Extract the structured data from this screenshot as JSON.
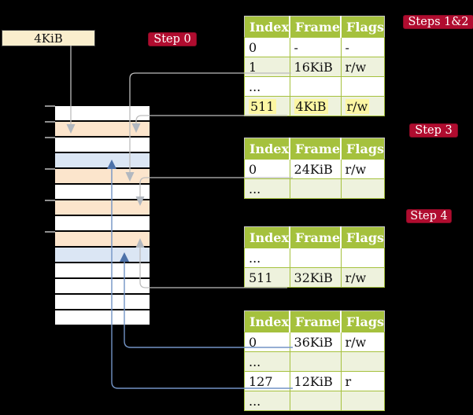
{
  "colors": {
    "background": "#000000",
    "frame_box_bg": "#faeecd",
    "step_label_bg": "#b00c2f",
    "table_header_bg": "#a5c13d",
    "table_row_alt_bg": "#eef2dd",
    "highlight_yellow": "#fcf6a3",
    "memory_peach": "#fce5cc",
    "memory_blue": "#dbe6f4",
    "gray_arrow": "#bdbdbd",
    "blue_arrow": "#4d72a9"
  },
  "frame_box": {
    "label": "4KiB"
  },
  "labels": {
    "step0": "Step 0",
    "steps12": "Steps 1&2",
    "step3": "Step 3",
    "step4": "Step 4"
  },
  "memory": {
    "rows": [
      "white",
      "peach",
      "white",
      "blue",
      "peach",
      "white",
      "peach",
      "white",
      "peach",
      "blue",
      "white",
      "white",
      "white",
      "white"
    ]
  },
  "tables": [
    {
      "headers": [
        "Index",
        "Frame",
        "Flags"
      ],
      "rows": [
        [
          "0",
          "-",
          "-"
        ],
        [
          "1",
          "16KiB",
          "r/w"
        ],
        [
          "...",
          "",
          ""
        ],
        [
          "511",
          "4KiB",
          "r/w"
        ]
      ],
      "highlighted_row_index": 3
    },
    {
      "headers": [
        "Index",
        "Frame",
        "Flags"
      ],
      "rows": [
        [
          "0",
          "24KiB",
          "r/w"
        ],
        [
          "...",
          "",
          ""
        ]
      ]
    },
    {
      "headers": [
        "Index",
        "Frame",
        "Flags"
      ],
      "rows": [
        [
          "...",
          "",
          ""
        ],
        [
          "511",
          "32KiB",
          "r/w"
        ]
      ]
    },
    {
      "headers": [
        "Index",
        "Frame",
        "Flags"
      ],
      "rows": [
        [
          "0",
          "36KiB",
          "r/w"
        ],
        [
          "...",
          "",
          ""
        ],
        [
          "127",
          "12KiB",
          "r"
        ],
        [
          "...",
          "",
          ""
        ]
      ]
    }
  ]
}
